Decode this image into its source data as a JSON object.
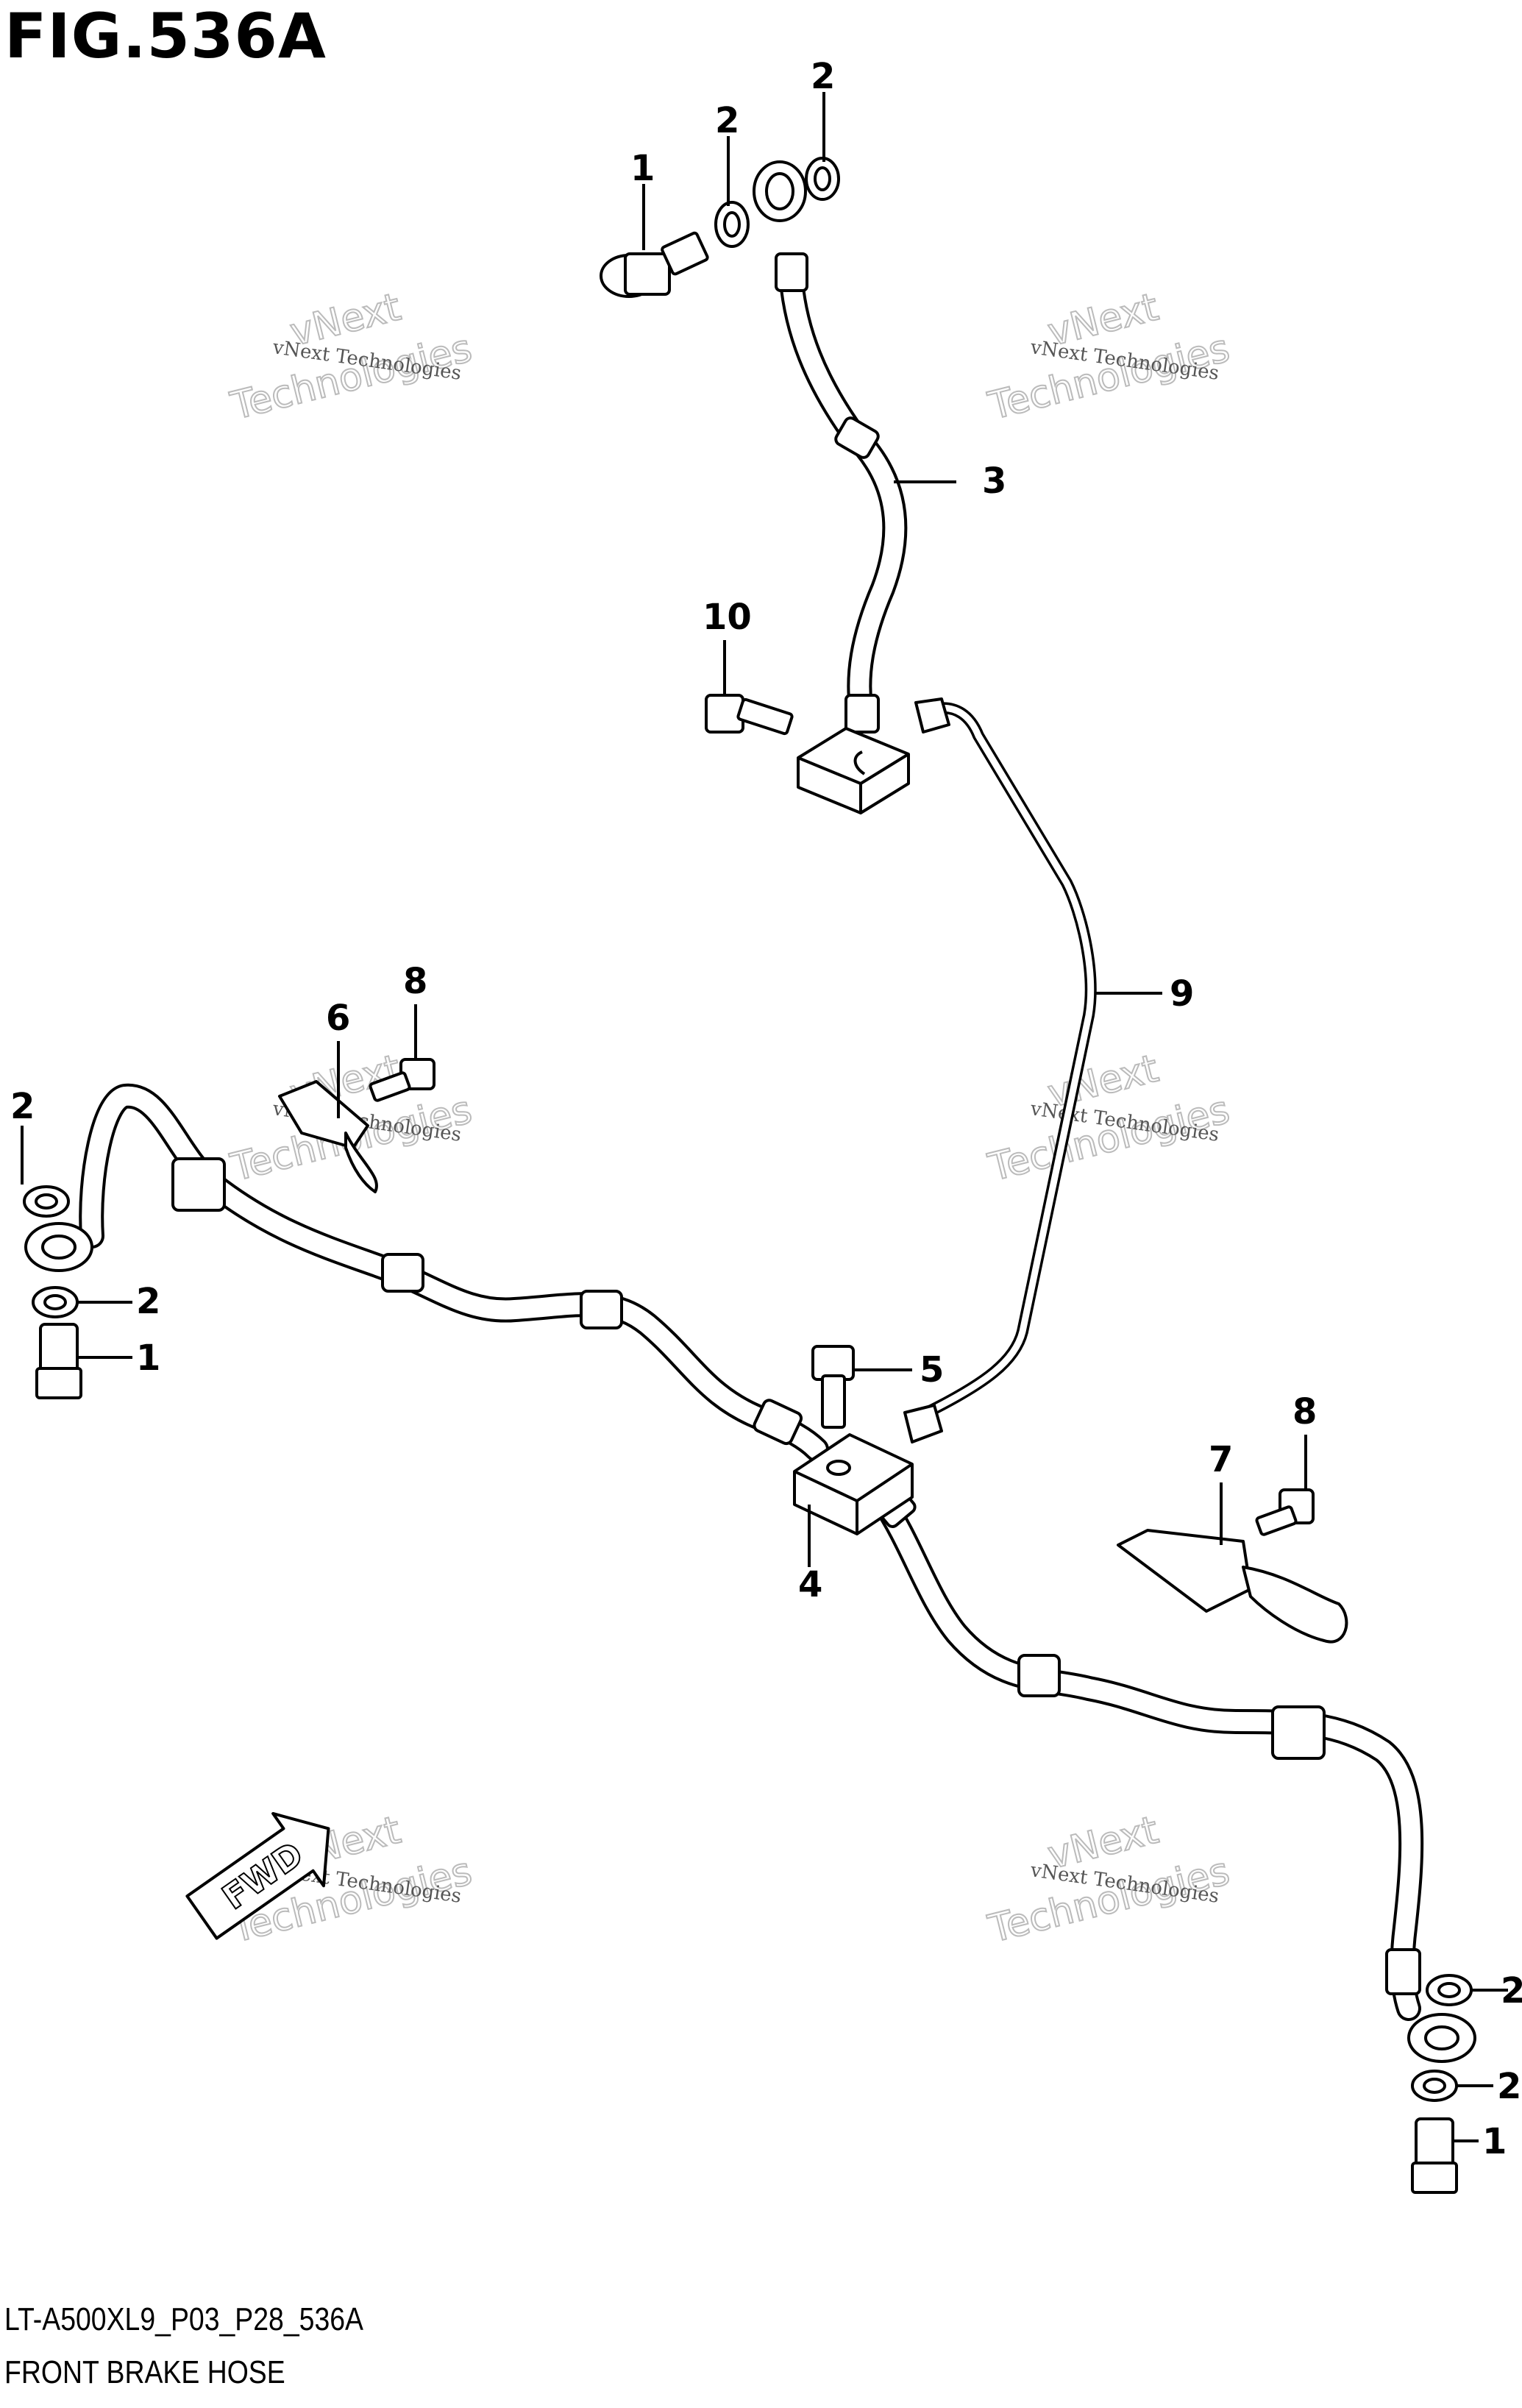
{
  "figure": {
    "title": "FIG.536A",
    "code": "LT-A500XL9_P03_P28_536A",
    "caption": "FRONT BRAKE HOSE"
  },
  "callouts": {
    "c1_top": "1",
    "c2_top_a": "2",
    "c2_top_b": "2",
    "c3": "3",
    "c10": "10",
    "c9": "9",
    "c6": "6",
    "c8_left": "8",
    "c2_left_a": "2",
    "c2_left_b": "2",
    "c1_left": "1",
    "c5": "5",
    "c4": "4",
    "c8_right": "8",
    "c7": "7",
    "c2_right_a": "2",
    "c2_right_b": "2",
    "c1_right": "1"
  },
  "arrow": {
    "label": "FWD"
  },
  "watermark": {
    "line1": "vNext Technologies",
    "line2": "vNext",
    "line3": "Technologies"
  }
}
